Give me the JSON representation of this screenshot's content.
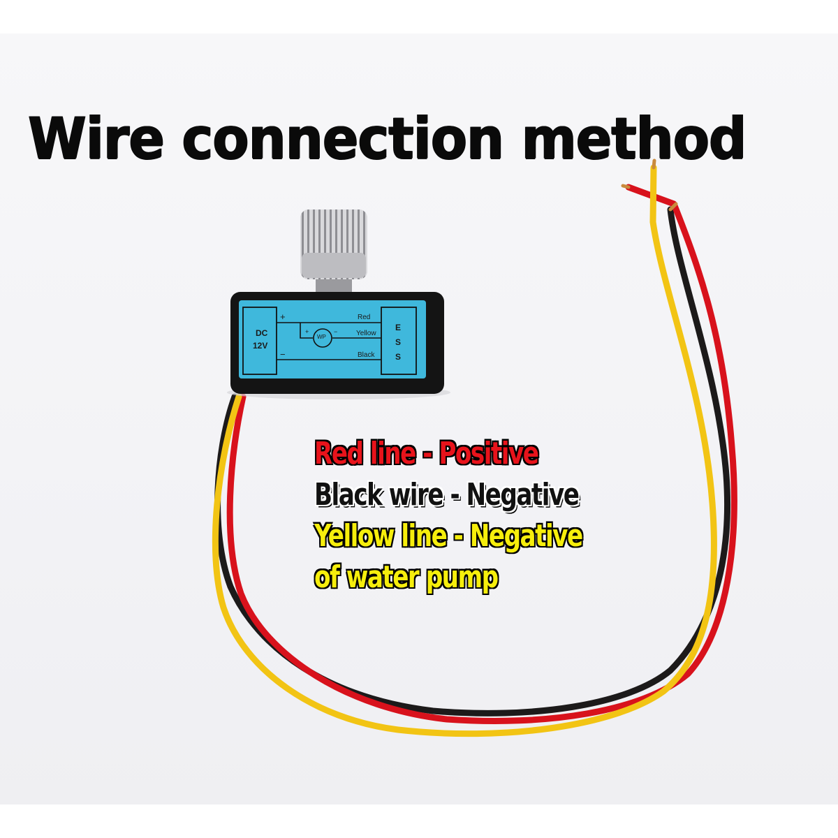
{
  "title": "Wire connection method",
  "device": {
    "power_label_line1": "DC",
    "power_label_line2": "12V",
    "plus_sign": "+",
    "minus_sign": "−",
    "pump_label": "WP",
    "pump_plus": "+",
    "pump_minus": "−",
    "wire_red_label": "Red",
    "wire_yellow_label": "Yellow",
    "wire_black_label": "Black",
    "side_letter_1": "E",
    "side_letter_2": "S",
    "side_letter_3": "S"
  },
  "legend": {
    "line1": "Red line - Positive",
    "line2": "Black wire - Negative",
    "line3": "Yellow line - Negative",
    "line4": "of water pump"
  },
  "colors": {
    "wire_red": "#d8121c",
    "wire_black": "#1c1a1a",
    "wire_yellow": "#f2c414",
    "label_panel": "#3fb8dc",
    "housing": "#141414"
  }
}
